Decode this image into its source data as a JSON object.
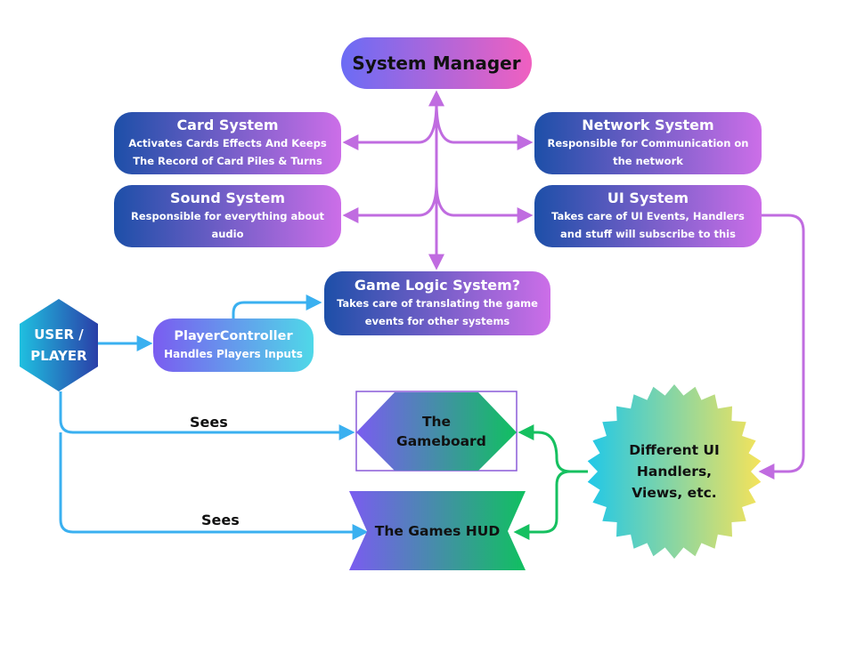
{
  "system_manager": {
    "title": "System Manager"
  },
  "card_system": {
    "title": "Card System",
    "description": "Activates Cards Effects And Keeps The Record of Card Piles & Turns"
  },
  "network_system": {
    "title": "Network System",
    "description": "Responsible for Communication on the network"
  },
  "sound_system": {
    "title": "Sound System",
    "description": "Responsible for everything about audio"
  },
  "ui_system": {
    "title": "UI System",
    "description": "Takes care of UI Events, Handlers and stuff will subscribe to this"
  },
  "game_logic_system": {
    "title": "Game Logic System?",
    "description": "Takes care of translating the game events for other systems"
  },
  "user_player": {
    "title": "USER / PLAYER"
  },
  "player_controller": {
    "title": "PlayerController",
    "description": "Handles Players Inputs"
  },
  "gameboard": {
    "title": "The Gameboard"
  },
  "games_hud": {
    "title": "The Games HUD"
  },
  "ui_handlers": {
    "title": "Different UI Handlers, Views, etc."
  },
  "edge_labels": {
    "sees_gameboard": "Sees",
    "sees_hud": "Sees"
  },
  "colors": {
    "purple_connector": "#c06ce0",
    "blue_connector": "#3ab0f0",
    "green_connector": "#16c060",
    "blue_gradient": [
      "#1d4fa8",
      "#cc6ee8"
    ],
    "manager_gradient": [
      "#6b6cf5",
      "#f060c0"
    ]
  }
}
